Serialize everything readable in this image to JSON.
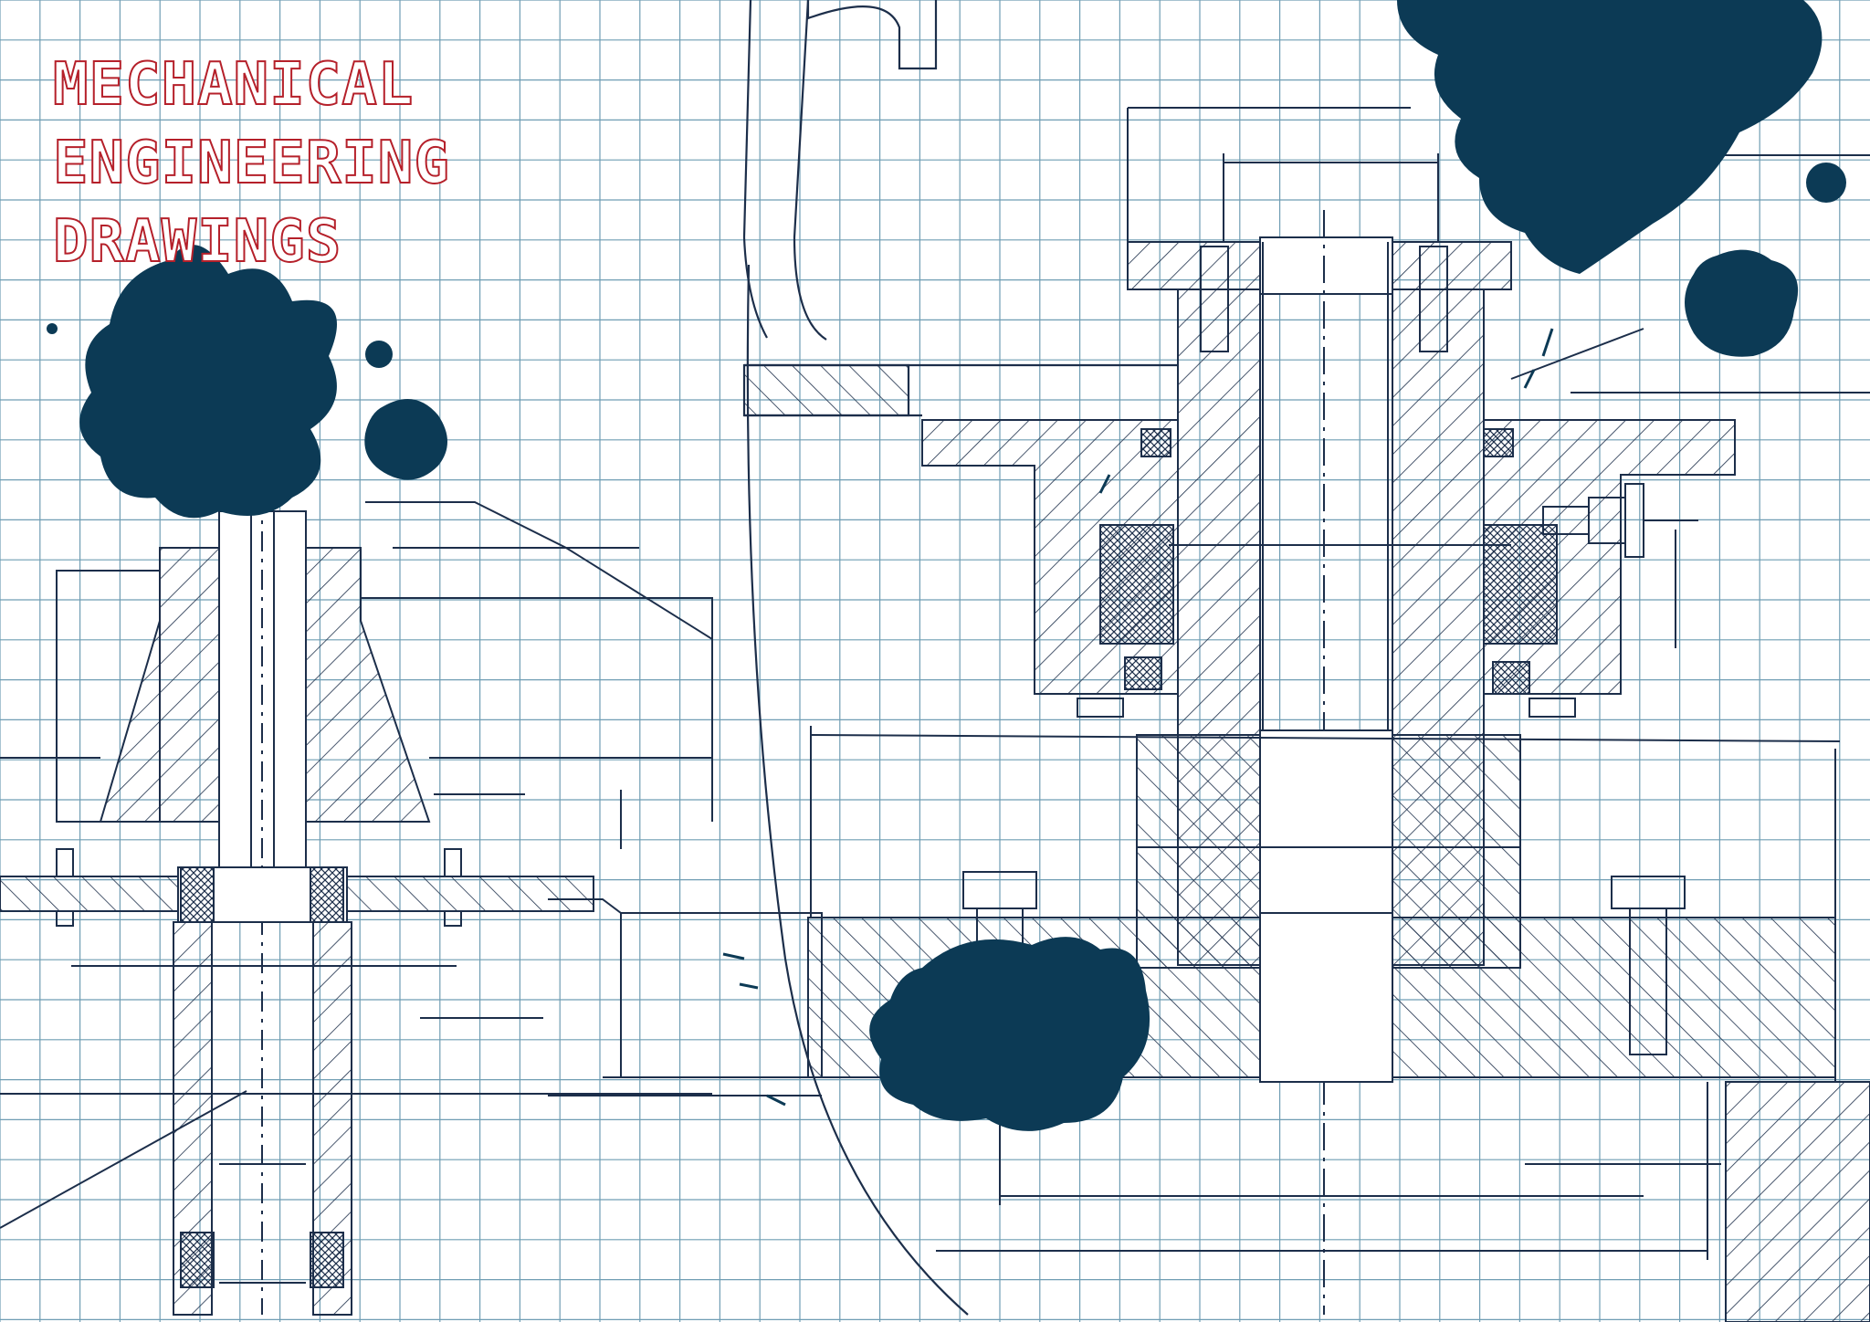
{
  "title_lines": [
    "MECHANICAL",
    "ENGINEERING",
    "DRAWINGS"
  ],
  "colors": {
    "background": "#ffffff",
    "grid": "#6f9db3",
    "ink": "#1c2e4a",
    "blot": "#0c3a55",
    "title": "#b5202a"
  }
}
